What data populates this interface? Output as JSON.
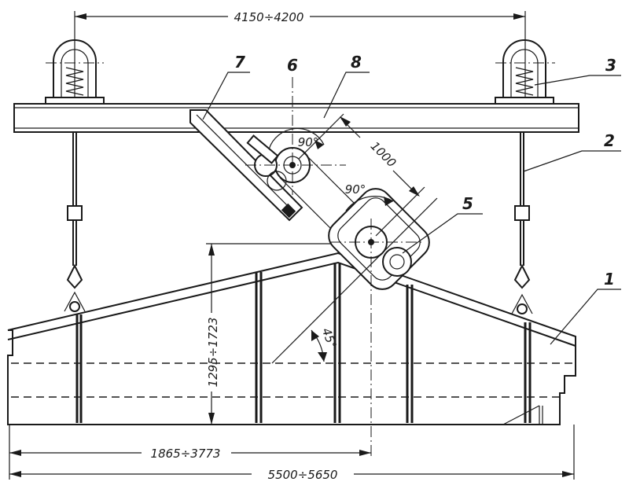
{
  "dimensions": {
    "top_span": "4150÷4200",
    "height_range": "1295÷1723",
    "center_offset": "1865÷3773",
    "overall_length": "5500÷5650",
    "arm_length": "1000",
    "angle_upper": "90°",
    "angle_lower": "90°",
    "angle_incline": "45°"
  },
  "callouts": {
    "c1": "1",
    "c2": "2",
    "c3": "3",
    "c5": "5",
    "c6": "6",
    "c7": "7",
    "c8": "8"
  }
}
